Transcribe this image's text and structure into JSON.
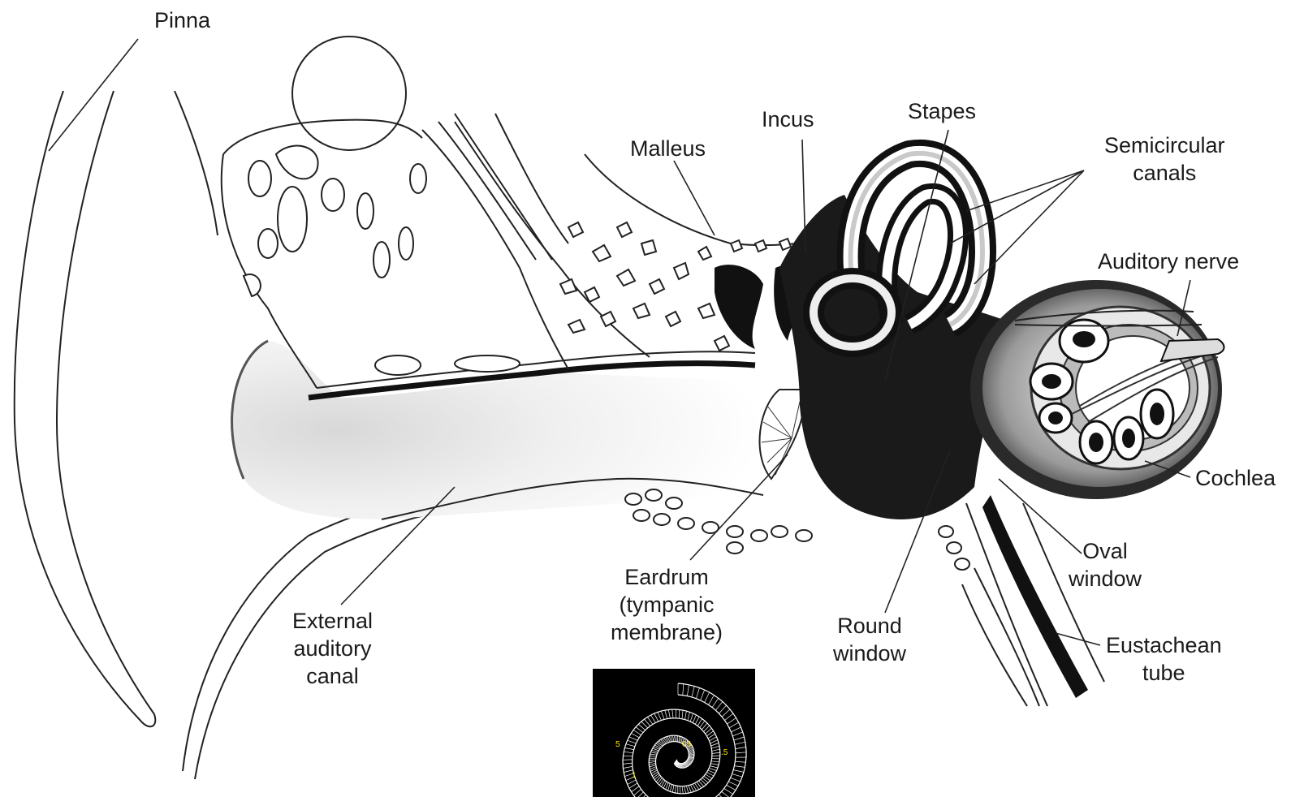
{
  "labels": {
    "pinna": "Pinna",
    "malleus": "Malleus",
    "incus": "Incus",
    "stapes": "Stapes",
    "semicircular": [
      "Semicircular",
      "canals"
    ],
    "auditory_nerve": "Auditory nerve",
    "cochlea": "Cochlea",
    "oval_window": [
      "Oval",
      "window"
    ],
    "eustachean_tube": [
      "Eustachean",
      "tube"
    ],
    "round_window": [
      "Round",
      "window"
    ],
    "eardrum": [
      "Eardrum",
      "(tympanic",
      "membrane)"
    ],
    "external_canal": [
      "External",
      "auditory",
      "canal"
    ]
  },
  "inset": {
    "numbers": [
      "5",
      "05",
      ".5",
      "1"
    ],
    "number_color": "#ffe600",
    "background": "#000000",
    "line_color": "#ffffff"
  }
}
